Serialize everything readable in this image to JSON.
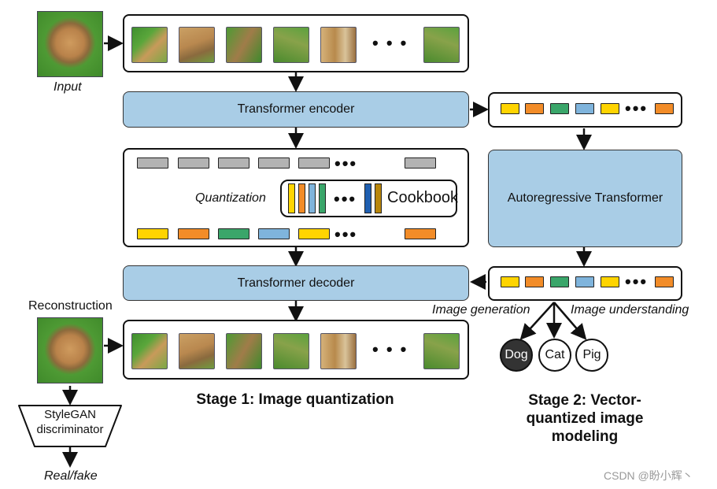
{
  "labels": {
    "input": "Input",
    "reconstruction": "Reconstruction",
    "real_fake": "Real/fake",
    "stylegan": "StyleGAN discriminator",
    "quantization": "Quantization",
    "cookbook": "Cookbook",
    "image_generation": "Image generation",
    "image_understanding": "Image understanding",
    "ellipsis": "•••",
    "ellipsis_spaced": "• • •"
  },
  "boxes": {
    "encoder": "Transformer encoder",
    "decoder": "Transformer decoder",
    "autoregressive": "Autoregressive Transformer"
  },
  "classes": [
    "Dog",
    "Cat",
    "Pig"
  ],
  "stages": {
    "stage1": "Stage 1: Image quantization",
    "stage2": "Stage 2: Vector-quantized image modeling"
  },
  "watermark": "CSDN @盼小辉丶",
  "colors": {
    "yellow": "#ffd400",
    "orange": "#f28c28",
    "green": "#3aa66a",
    "lightblue": "#7fb4dc",
    "gray": "#b3b3b3",
    "navy": "#1f5fb0",
    "brown": "#b8860b",
    "blue_box": "#a9cde6"
  }
}
